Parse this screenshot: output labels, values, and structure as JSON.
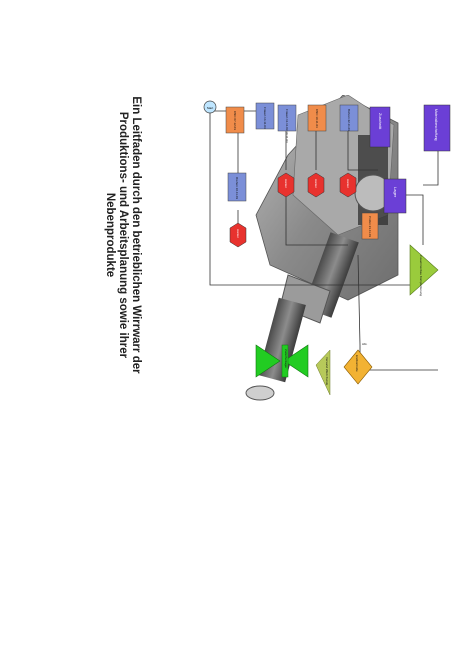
{
  "title": {
    "line1": "Ein Leitfaden durch den betrieblichen Wirrwarr der",
    "line2": "Produktions- und Arbeitsplanung sowie ihrer",
    "line3": "Nebenprodukte"
  },
  "figure": {
    "labels": {
      "start": "Start",
      "box_top_left": "CNC 07.12.03",
      "box_top_b1": "Fräsen 14.11.03",
      "box_top_b2": "Fräsen 11.11.03 10.11.03",
      "box_top_o2": "CNC 10.11.03",
      "box_top_b3": "Bohren 22.11.03",
      "zuschnitt": "Zuschnitt",
      "materialbeschaffung": "Materialbeschaffung",
      "lager": "Lager",
      "box_mid": "Drehen 10.11.03",
      "hex1": "Härten",
      "hex2": "Härten",
      "hex3": "Härten",
      "hex4": "Härten",
      "box_orange_mid": "Prüfen 23.11.03",
      "tri_right": "Zusammenbau Komplettierung",
      "diamond": "Endkontrolle",
      "tri_green": "Zwischenlager",
      "tri_olive": "Versand Werk Kunde",
      "edge_label": "Abt."
    },
    "colors": {
      "blue_box": "#7b8fd8",
      "orange_box": "#f08c4a",
      "red_hex": "#e8322e",
      "purple_box": "#6b3fd6",
      "green_tri": "#9acb3c",
      "bright_green": "#22cc22",
      "diamond": "#f2b233",
      "machine": "#9a9a9a"
    }
  }
}
